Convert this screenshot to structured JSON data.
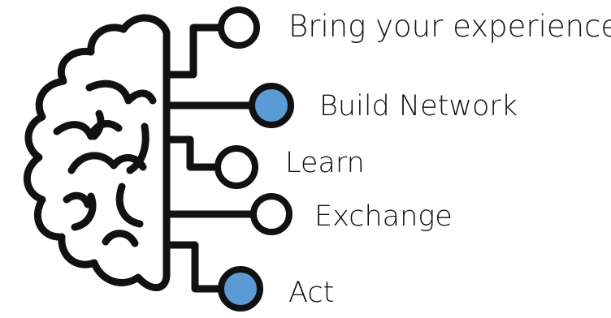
{
  "diagram": {
    "icon": "brain-circuit-icon",
    "colors": {
      "stroke": "#111111",
      "filled_node": "#5b9bd5",
      "hollow_node": "#ffffff"
    },
    "branches": [
      {
        "label": "Bring your experience",
        "filled": false
      },
      {
        "label": "Build Network",
        "filled": true
      },
      {
        "label": "Learn",
        "filled": false
      },
      {
        "label": "Exchange",
        "filled": false
      },
      {
        "label": "Act",
        "filled": true
      }
    ]
  }
}
